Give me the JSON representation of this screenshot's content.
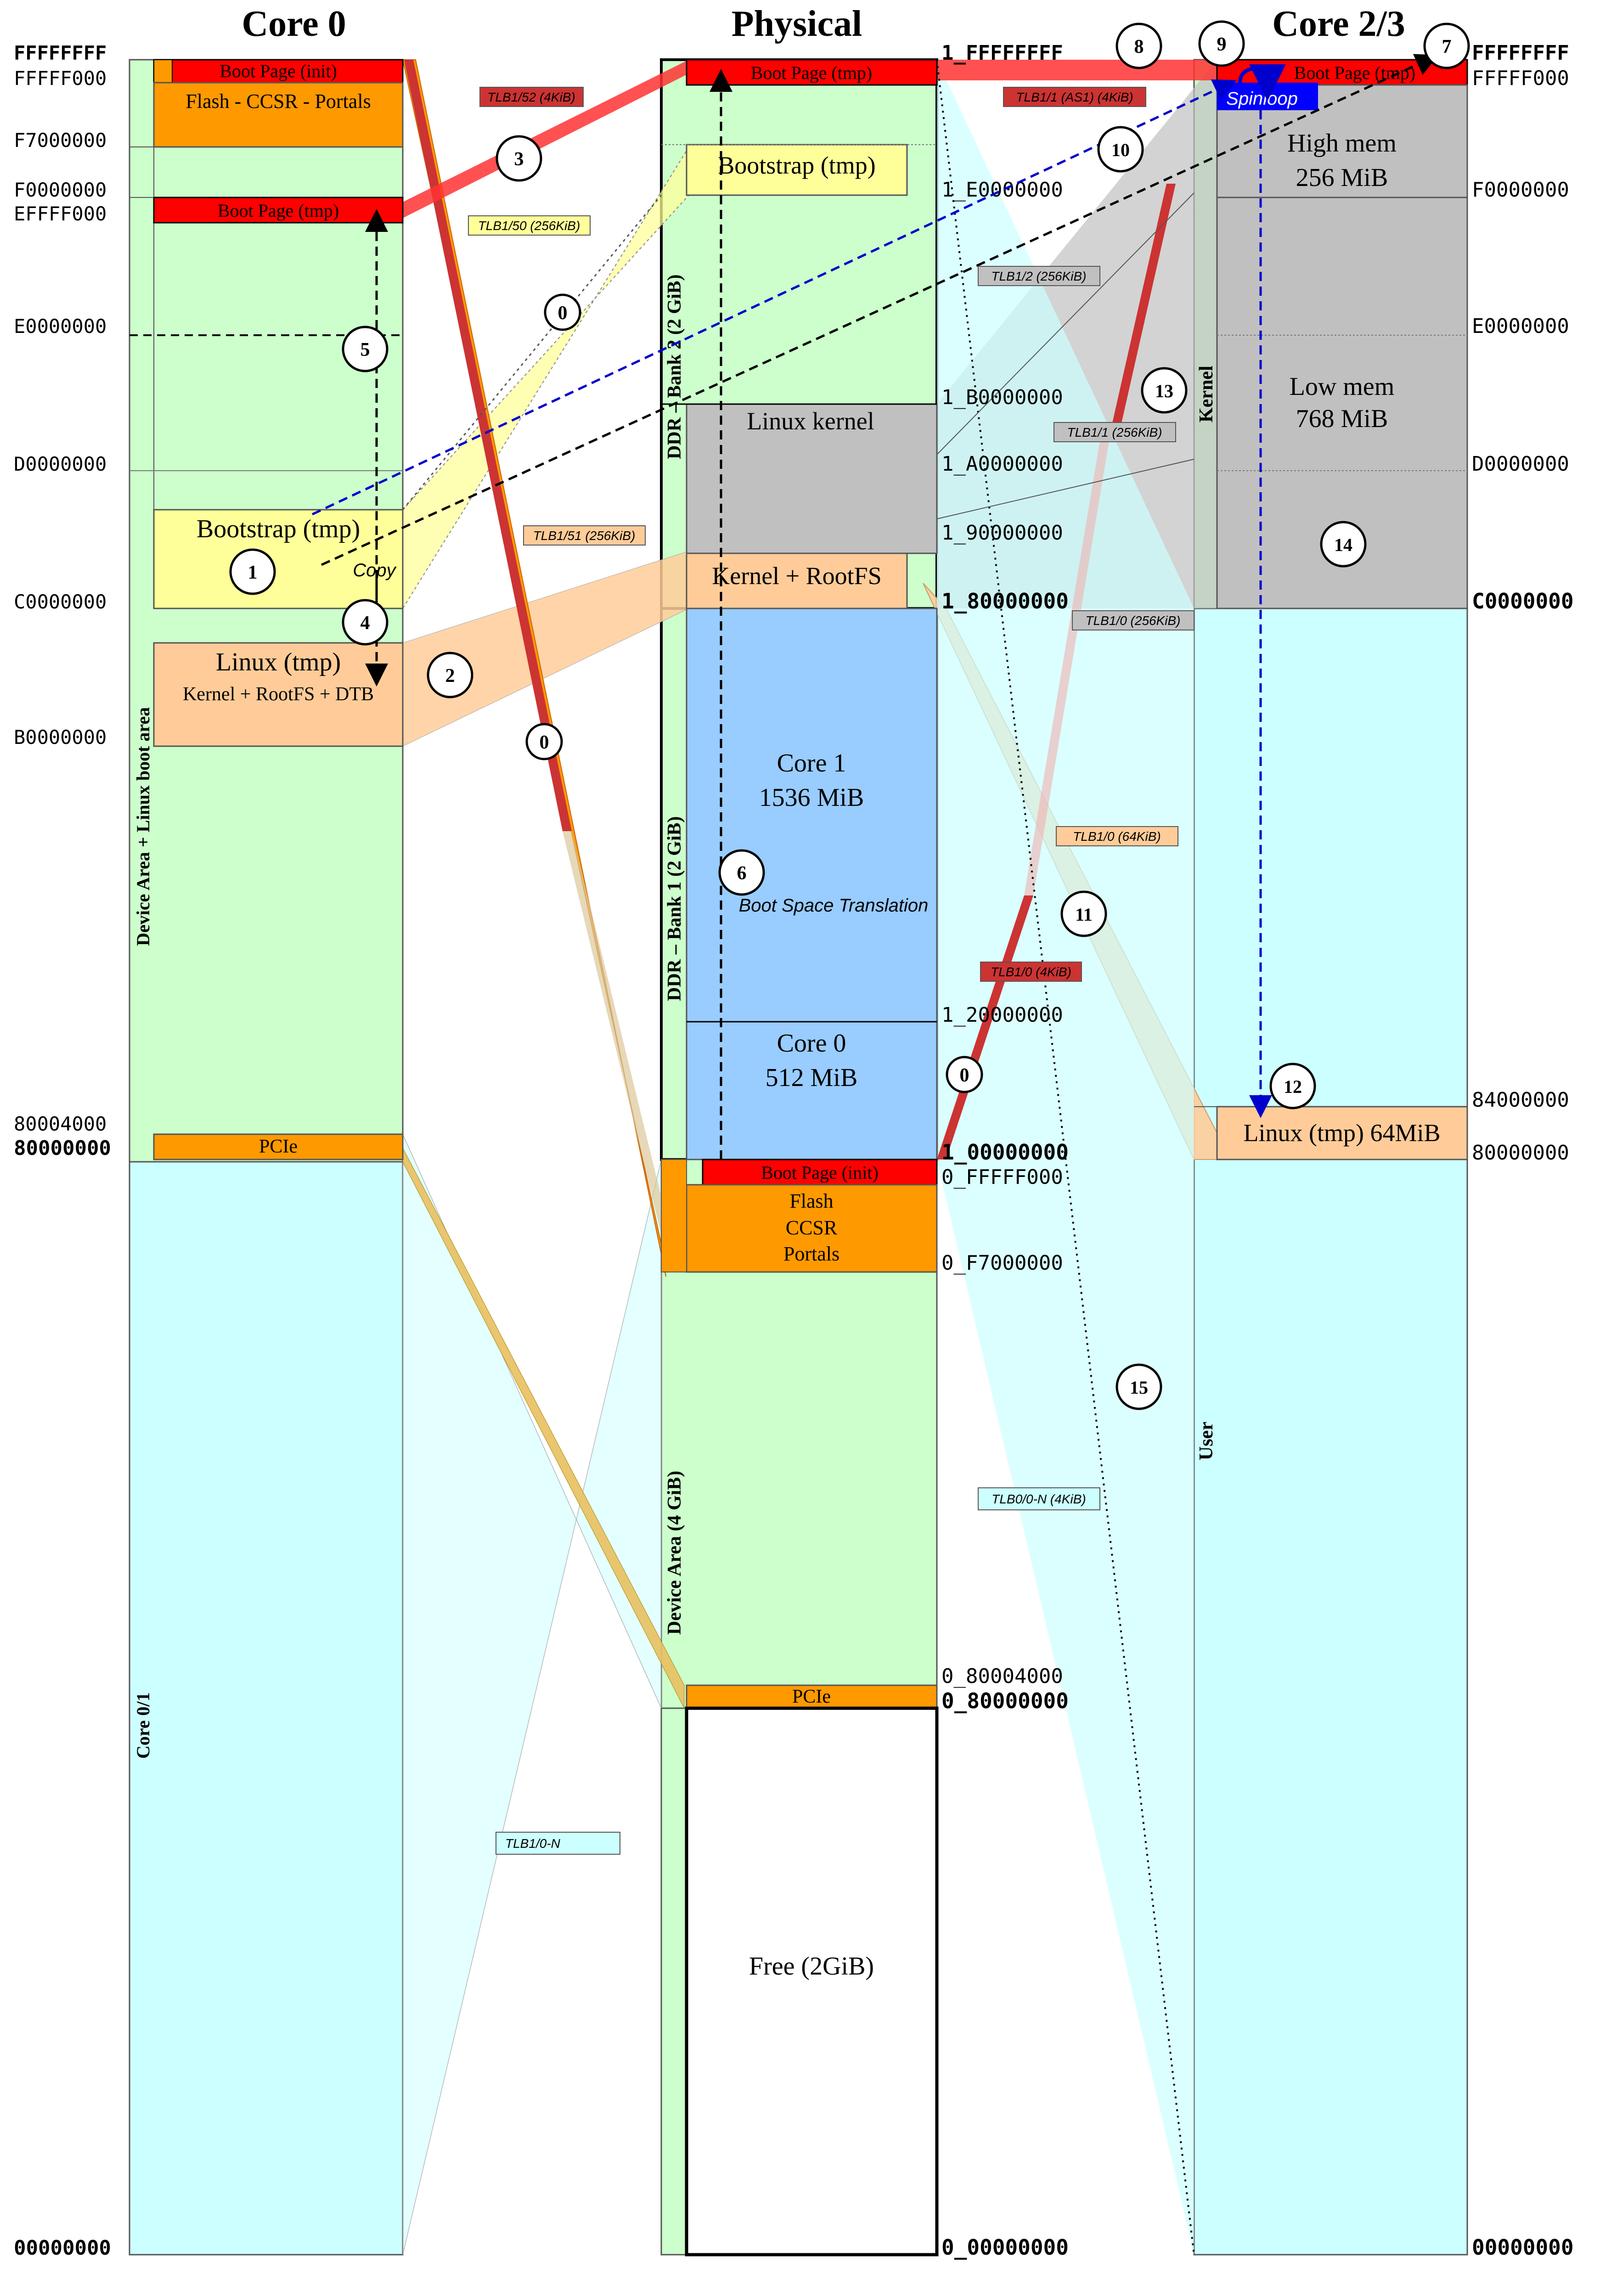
{
  "titles": {
    "core0": "Core 0",
    "physical": "Physical",
    "core23": "Core 2/3"
  },
  "core0": {
    "addresses": {
      "a_ffffffff": "FFFFFFFF",
      "a_fffff000": "FFFFF000",
      "a_f7000000": "F7000000",
      "a_f0000000": "F0000000",
      "a_efffff000": "EFFFF000",
      "a_e0000000": "E0000000",
      "a_d0000000": "D0000000",
      "a_c0000000": "C0000000",
      "a_b0000000": "B0000000",
      "a_80004000": "80004000",
      "a_80000000": "80000000",
      "a_00000000": "00000000"
    },
    "blocks": {
      "boot_init": "Boot Page (init)",
      "flash_ccsr": "Flash - CCSR - Portals",
      "boot_tmp": "Boot Page (tmp)",
      "bootstrap": "Bootstrap (tmp)",
      "copy": "Copy",
      "linux_tmp": "Linux (tmp)",
      "linux_tmp_sub": "Kernel + RootFS + DTB",
      "pcie": "PCIe"
    },
    "vertical_labels": {
      "device_area": "Device Area + Linux boot area",
      "core01": "Core 0/1"
    }
  },
  "physical": {
    "addresses": {
      "a1_ffffffff": "1_FFFFFFFF",
      "a1_e0000000": "1_E0000000",
      "a1_b0000000": "1_B0000000",
      "a1_a0000000": "1_A0000000",
      "a1_90000000": "1_90000000",
      "a1_80000000": "1_80000000",
      "a1_20000000": "1_20000000",
      "a1_00000000": "1_00000000",
      "a0_ffff000": "0_FFFFF000",
      "a0_f7000000": "0_F7000000",
      "a0_80004000": "0_80004000",
      "a0_80000000": "0_80000000",
      "a0_00000000": "0_00000000"
    },
    "blocks": {
      "boot_tmp": "Boot Page (tmp)",
      "bootstrap": "Bootstrap (tmp)",
      "linux_kernel": "Linux kernel",
      "kernel_rootfs": "Kernel + RootFS",
      "core1": "Core 1",
      "core1_size": "1536 MiB",
      "core0": "Core 0",
      "core0_size": "512 MiB",
      "boot_init": "Boot Page (init)",
      "flash": "Flash",
      "ccsr": "CCSR",
      "portals": "Portals",
      "pcie": "PCIe",
      "free": "Free (2GiB)",
      "boot_space": "Boot Space Translation"
    },
    "vertical_labels": {
      "bank2": "DDR – Bank 2 (2 GiB)",
      "bank1": "DDR – Bank 1 (2 GiB)",
      "device": "Device Area (4 GiB)"
    }
  },
  "core23": {
    "addresses": {
      "a_ffffffff": "FFFFFFFF",
      "a_fffff000": "FFFFF000",
      "a_f0000000": "F0000000",
      "a_e0000000": "E0000000",
      "a_d0000000": "D0000000",
      "a_c0000000": "C0000000",
      "a_84000000": "84000000",
      "a_80000000": "80000000",
      "a_00000000": "00000000"
    },
    "blocks": {
      "boot_tmp": "Boot Page (tmp)",
      "spinloop": "Spinloop",
      "high_mem": "High mem",
      "high_mem_size": "256 MiB",
      "low_mem": "Low mem",
      "low_mem_size": "768 MiB",
      "linux_tmp": "Linux (tmp) 64MiB"
    },
    "vertical_labels": {
      "kernel": "Kernel",
      "user": "User"
    }
  },
  "tlb_labels": {
    "t52": "TLB1/52 (4KiB)",
    "t50": "TLB1/50 (256KiB)",
    "t51": "TLB1/51 (256KiB)",
    "t10n": "TLB1/0-N",
    "t11as1": "TLB1/1 (AS1) (4KiB)",
    "t12": "TLB1/2 (256KiB)",
    "t11": "TLB1/1 (256KiB)",
    "t10": "TLB1/0 (256KiB)",
    "t10_64": "TLB1/0 (64KiB)",
    "t10_4": "TLB1/0 (4KiB)",
    "t00n": "TLB0/0-N (4KiB)"
  },
  "steps": {
    "s0": "0",
    "s1": "1",
    "s2": "2",
    "s3": "3",
    "s4": "4",
    "s5": "5",
    "s6": "6",
    "s7": "7",
    "s8": "8",
    "s9": "9",
    "s10": "10",
    "s11": "11",
    "s12": "12",
    "s13": "13",
    "s14": "14",
    "s15": "15"
  },
  "colors": {
    "green": "#ccffcc",
    "cyan": "#ccffff",
    "orange": "#ff9900",
    "red": "#ff0000",
    "yellow": "#ffff99",
    "peach": "#ffcc99",
    "gray": "#c0c0c0",
    "blue": "#99ccff",
    "darkred": "#cc3333",
    "tlbred": "#d94040"
  }
}
